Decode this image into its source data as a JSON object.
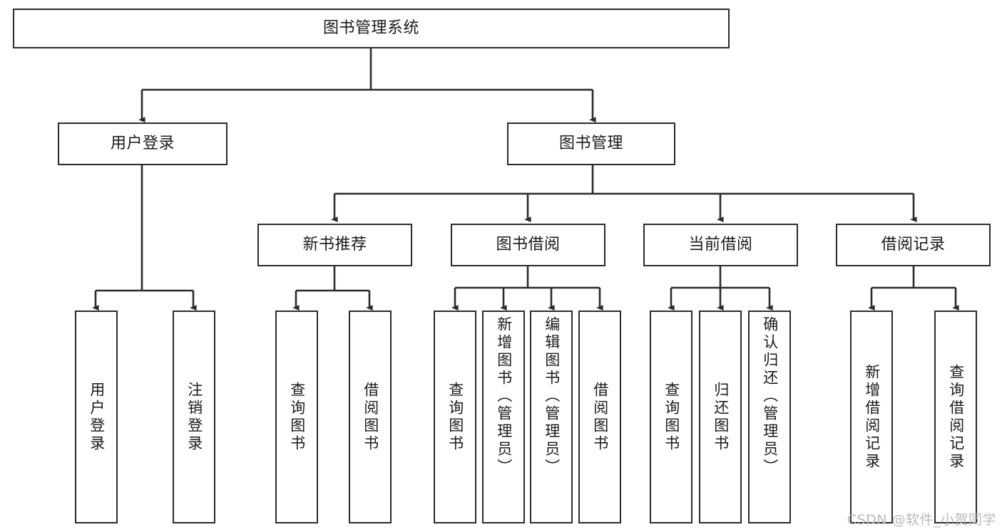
{
  "diagram": {
    "type": "tree-hierarchy-chart",
    "title": "图书管理系统",
    "stroke_color": "#2b2b2b",
    "fill_color": "#ffffff",
    "text_color": "#1a1a1a",
    "levels": [
      {
        "level": 0,
        "nodes": [
          {
            "id": "root",
            "label": "图书管理系统",
            "orientation": "horizontal"
          }
        ]
      },
      {
        "level": 1,
        "nodes": [
          {
            "id": "login",
            "label": "用户登录",
            "orientation": "horizontal",
            "parent": "root"
          },
          {
            "id": "bookmgmt",
            "label": "图书管理",
            "orientation": "horizontal",
            "parent": "root"
          }
        ]
      },
      {
        "level": 2,
        "nodes": [
          {
            "id": "newbook",
            "label": "新书推荐",
            "orientation": "horizontal",
            "parent": "bookmgmt"
          },
          {
            "id": "borrow",
            "label": "图书借阅",
            "orientation": "horizontal",
            "parent": "bookmgmt"
          },
          {
            "id": "current",
            "label": "当前借阅",
            "orientation": "horizontal",
            "parent": "bookmgmt"
          },
          {
            "id": "records",
            "label": "借阅记录",
            "orientation": "horizontal",
            "parent": "bookmgmt"
          }
        ]
      },
      {
        "level": 3,
        "nodes": [
          {
            "id": "leaf1",
            "label": "用户登录",
            "orientation": "vertical",
            "parent": "login"
          },
          {
            "id": "leaf2",
            "label": "注销登录",
            "orientation": "vertical",
            "parent": "login"
          },
          {
            "id": "leaf3",
            "label": "查询图书",
            "orientation": "vertical",
            "parent": "newbook"
          },
          {
            "id": "leaf4",
            "label": "借阅图书",
            "orientation": "vertical",
            "parent": "newbook"
          },
          {
            "id": "leaf5",
            "label": "查询图书",
            "orientation": "vertical",
            "parent": "borrow"
          },
          {
            "id": "leaf6",
            "label": "新增图书（管理员）",
            "orientation": "vertical",
            "parent": "borrow"
          },
          {
            "id": "leaf7",
            "label": "编辑图书（管理员）",
            "orientation": "vertical",
            "parent": "borrow"
          },
          {
            "id": "leaf8",
            "label": "借阅图书",
            "orientation": "vertical",
            "parent": "borrow"
          },
          {
            "id": "leaf9",
            "label": "查询图书",
            "orientation": "vertical",
            "parent": "current"
          },
          {
            "id": "leaf10",
            "label": "归还图书",
            "orientation": "vertical",
            "parent": "current"
          },
          {
            "id": "leaf11",
            "label": "确认归还（管理员）",
            "orientation": "vertical",
            "parent": "current"
          },
          {
            "id": "leaf12",
            "label": "新增借阅记录",
            "orientation": "vertical",
            "parent": "records"
          },
          {
            "id": "leaf13",
            "label": "查询借阅记录",
            "orientation": "vertical",
            "parent": "records"
          }
        ]
      }
    ]
  },
  "watermark": {
    "text": "CSDN @软件_小贺同学",
    "color": "#b9b9b9"
  }
}
